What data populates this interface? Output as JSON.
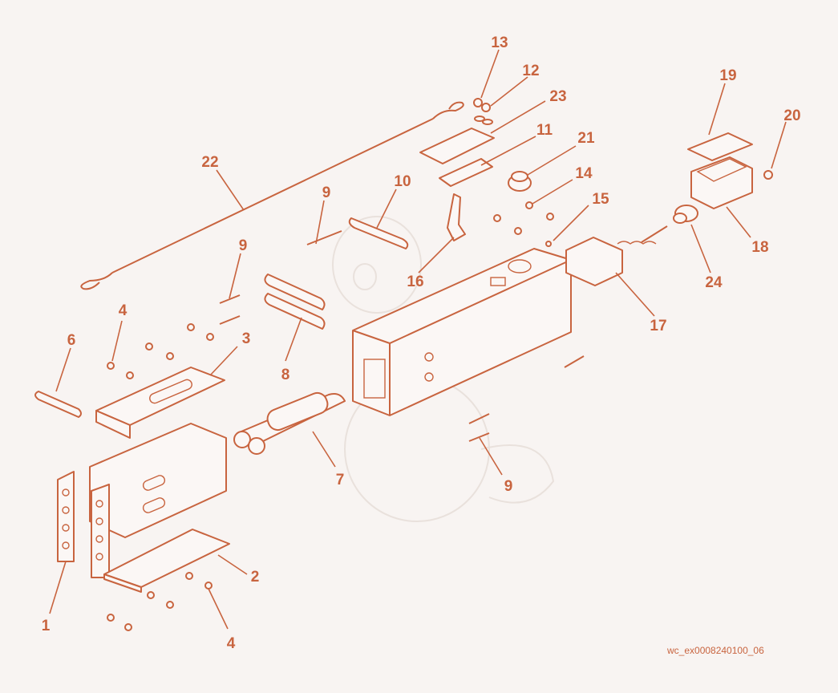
{
  "diagram": {
    "accent_color": "#c8643f",
    "background_color": "#f8f4f2",
    "reference_code": "wc_ex0008240100_06",
    "callouts": [
      {
        "id": "c1",
        "label": "1"
      },
      {
        "id": "c2",
        "label": "2"
      },
      {
        "id": "c3",
        "label": "3"
      },
      {
        "id": "c4a",
        "label": "4"
      },
      {
        "id": "c4b",
        "label": "4"
      },
      {
        "id": "c6",
        "label": "6"
      },
      {
        "id": "c7",
        "label": "7"
      },
      {
        "id": "c8",
        "label": "8"
      },
      {
        "id": "c9a",
        "label": "9"
      },
      {
        "id": "c9b",
        "label": "9"
      },
      {
        "id": "c9c",
        "label": "9"
      },
      {
        "id": "c10",
        "label": "10"
      },
      {
        "id": "c11",
        "label": "11"
      },
      {
        "id": "c12",
        "label": "12"
      },
      {
        "id": "c13",
        "label": "13"
      },
      {
        "id": "c14",
        "label": "14"
      },
      {
        "id": "c15",
        "label": "15"
      },
      {
        "id": "c16",
        "label": "16"
      },
      {
        "id": "c17",
        "label": "17"
      },
      {
        "id": "c18",
        "label": "18"
      },
      {
        "id": "c19",
        "label": "19"
      },
      {
        "id": "c20",
        "label": "20"
      },
      {
        "id": "c21",
        "label": "21"
      },
      {
        "id": "c22",
        "label": "22"
      },
      {
        "id": "c23",
        "label": "23"
      },
      {
        "id": "c24",
        "label": "24"
      }
    ]
  }
}
